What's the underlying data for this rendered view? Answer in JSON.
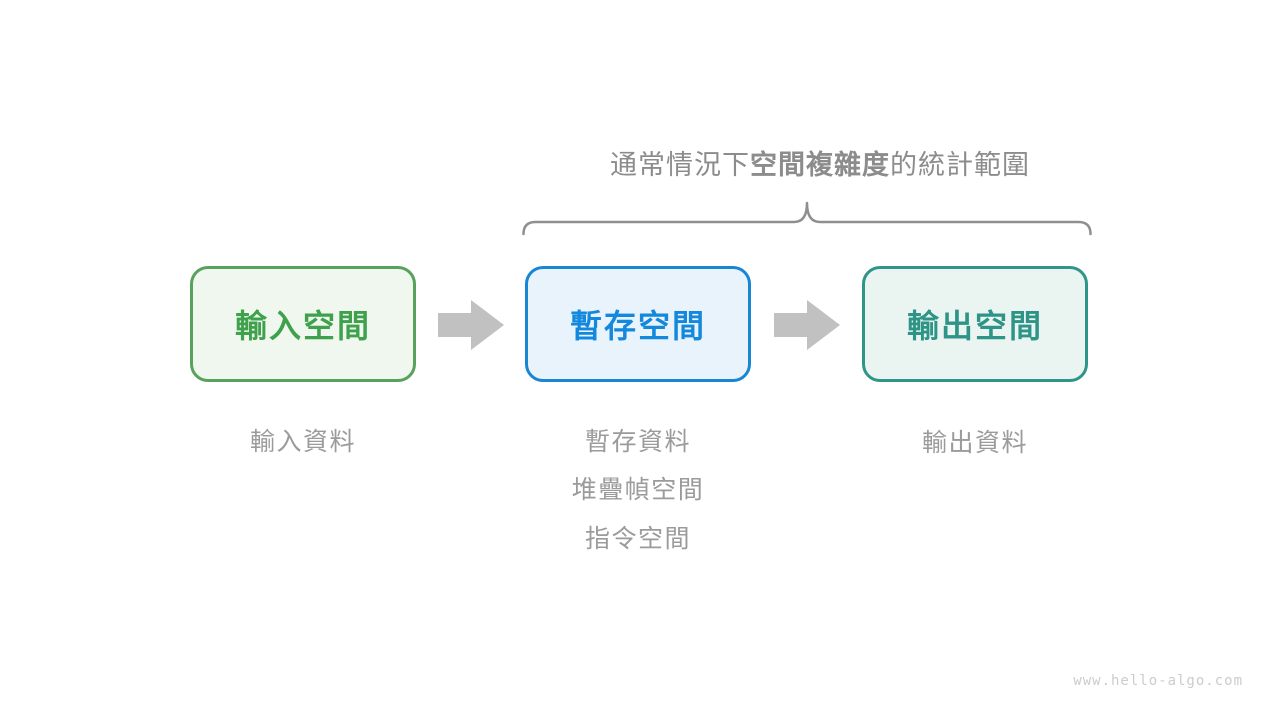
{
  "title": {
    "prefix": "通常情況下",
    "bold": "空間複雜度",
    "suffix": "的統計範圍"
  },
  "boxes": [
    {
      "label": "輸入空間",
      "border_color": "#57a25c",
      "bg_color": "#eff7ef",
      "text_color": "#3fa14c"
    },
    {
      "label": "暫存空間",
      "border_color": "#1886d3",
      "bg_color": "#e9f3fc",
      "text_color": "#1488dd"
    },
    {
      "label": "輸出空間",
      "border_color": "#2f9587",
      "bg_color": "#eaf5f2",
      "text_color": "#2e9487"
    }
  ],
  "annotations": {
    "input": [
      "輸入資料"
    ],
    "buffer": [
      "暫存資料",
      "堆疊幀空間",
      "指令空間"
    ],
    "output": [
      "輸出資料"
    ]
  },
  "watermark": "www.hello-algo.com",
  "colors": {
    "arrow": "#c1c1c1",
    "brace": "#8f8f8f",
    "title": "#8c8c8c",
    "annotation": "#9b9b9b",
    "watermark": "#cccccc",
    "background": "#ffffff"
  }
}
